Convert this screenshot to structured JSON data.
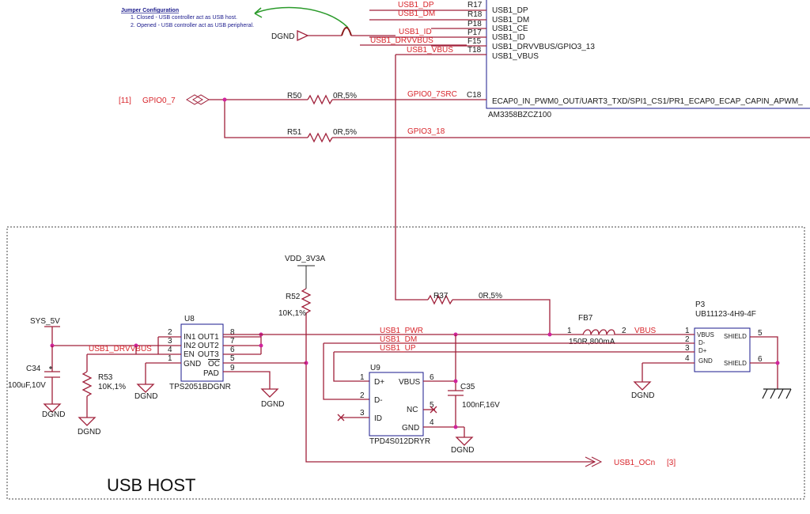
{
  "jumper": {
    "title": "Jumper Configuration",
    "line1": "1. Closed - USB controller act as USB host.",
    "line2": "2. Opened - USB controller act as USB peripheral."
  },
  "grounds": {
    "label": "DGND"
  },
  "soc": {
    "part": "AM3358BZCZ100",
    "rows": [
      {
        "net": "USB1_DP",
        "ball": "R17",
        "pin": "USB1_DP"
      },
      {
        "net": "USB1_DM",
        "ball": "R18",
        "pin": "USB1_DM"
      },
      {
        "net": "",
        "ball": "P18",
        "pin": "USB1_CE"
      },
      {
        "net": "USB1_ID",
        "ball": "P17",
        "pin": "USB1_ID"
      },
      {
        "net": "USB1_DRVVBUS",
        "ball": "F15",
        "pin": "USB1_DRVVBUS/GPIO3_13"
      },
      {
        "net": "USB1_VBUS",
        "ball": "T18",
        "pin": "USB1_VBUS"
      }
    ],
    "ecap": {
      "net": "GPIO0_7SRC",
      "ball": "C18",
      "pin": "ECAP0_IN_PWM0_OUT/UART3_TXD/SPI1_CS1/PR1_ECAP0_ECAP_CAPIN_APWM_"
    }
  },
  "gpio": {
    "ref": "[11]",
    "name": "GPIO0_7"
  },
  "r50": {
    "ref": "R50",
    "value": "0R,5%"
  },
  "r51": {
    "ref": "R51",
    "value": "0R,5%",
    "net": "GPIO3_18"
  },
  "usb_host": {
    "title": "USB HOST",
    "vdd": "VDD_3V3A",
    "sys5v": "SYS_5V",
    "r52": {
      "ref": "R52",
      "value": "10K,1%"
    },
    "r53": {
      "ref": "R53",
      "value": "10K,1%"
    },
    "r37": {
      "ref": "R37",
      "value": "0R,5%"
    },
    "c34": {
      "ref": "C34",
      "value": "100uF,10V"
    },
    "c35": {
      "ref": "C35",
      "value": "100nF,16V"
    },
    "u8": {
      "ref": "U8",
      "part": "TPS2051BDGNR",
      "pins": {
        "in1": "IN1",
        "in2": "IN2",
        "en": "EN",
        "gnd": "GND",
        "out1": "OUT1",
        "out2": "OUT2",
        "out3": "OUT3",
        "oc": "OC",
        "pad": "PAD",
        "n2": "2",
        "n3": "3",
        "n4": "4",
        "n1": "1",
        "n8": "8",
        "n7": "7",
        "n6": "6",
        "n5": "5",
        "n9": "9"
      }
    },
    "u9": {
      "ref": "U9",
      "part": "TPD4S012DRYR",
      "pins": {
        "dp": "D+",
        "dm": "D-",
        "id": "ID",
        "vbus": "VBUS",
        "nc": "NC",
        "gnd": "GND",
        "n1": "1",
        "n2": "2",
        "n3": "3",
        "n6": "6",
        "n5": "5",
        "n4": "4"
      }
    },
    "fb7": {
      "ref": "FB7",
      "value": "150R,800mA",
      "p1": "1",
      "p2": "2"
    },
    "p3": {
      "ref": "P3",
      "part": "UB11123-4H9-4F",
      "pins": {
        "vbus": "VBUS",
        "dm": "D-",
        "dp": "D+",
        "gnd": "GND",
        "sh1": "SHIELD",
        "sh2": "SHIELD",
        "n1": "1",
        "n2": "2",
        "n3": "3",
        "n4": "4",
        "n5": "5",
        "n6": "6"
      }
    },
    "nets": {
      "drvvbus": "USB1_DRVVBUS",
      "pwr": "USB1_PWR",
      "dm": "USB1_DM",
      "up": "USB1_UP",
      "vbus": "VBUS",
      "ocn": "USB1_OCn",
      "ocn_ref": "[3]"
    }
  },
  "colors": {
    "wire": "#a0203a",
    "text_red": "#d8262c",
    "text_blue": "#1a1a8c",
    "junction": "#d0249c",
    "arrow_green": "#2a9a2a"
  }
}
